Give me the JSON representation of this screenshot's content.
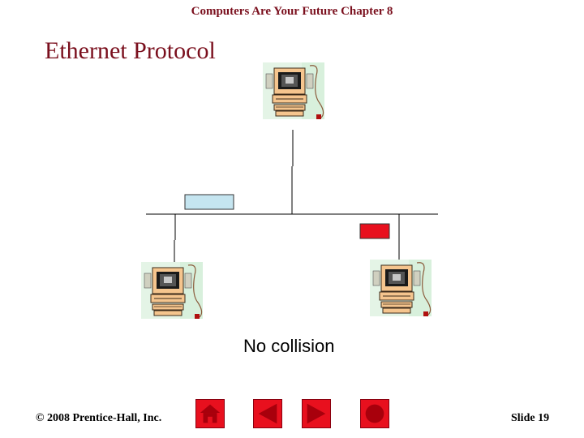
{
  "header": {
    "text": "Computers Are Your Future  Chapter 8"
  },
  "slide": {
    "title": "Ethernet Protocol",
    "caption": "No collision"
  },
  "diagram": {
    "nodes": [
      {
        "name": "computer-top",
        "icon": "desktop-computer-icon"
      },
      {
        "name": "computer-left",
        "icon": "desktop-computer-icon"
      },
      {
        "name": "computer-right",
        "icon": "desktop-computer-icon"
      }
    ],
    "packets": [
      {
        "name": "packet-light-blue",
        "color": "#c5e5f0"
      },
      {
        "name": "packet-red",
        "color": "#e8101e"
      }
    ]
  },
  "footer": {
    "copyright": "© 2008 Prentice-Hall, Inc.",
    "slide_number": "Slide 19"
  },
  "nav": {
    "buttons": [
      {
        "name": "home-button",
        "icon": "home-icon"
      },
      {
        "name": "previous-button",
        "icon": "arrow-left-icon"
      },
      {
        "name": "next-button",
        "icon": "arrow-right-icon"
      },
      {
        "name": "end-show-button",
        "icon": "stop-circle-icon"
      }
    ],
    "color": "#e8101e"
  }
}
